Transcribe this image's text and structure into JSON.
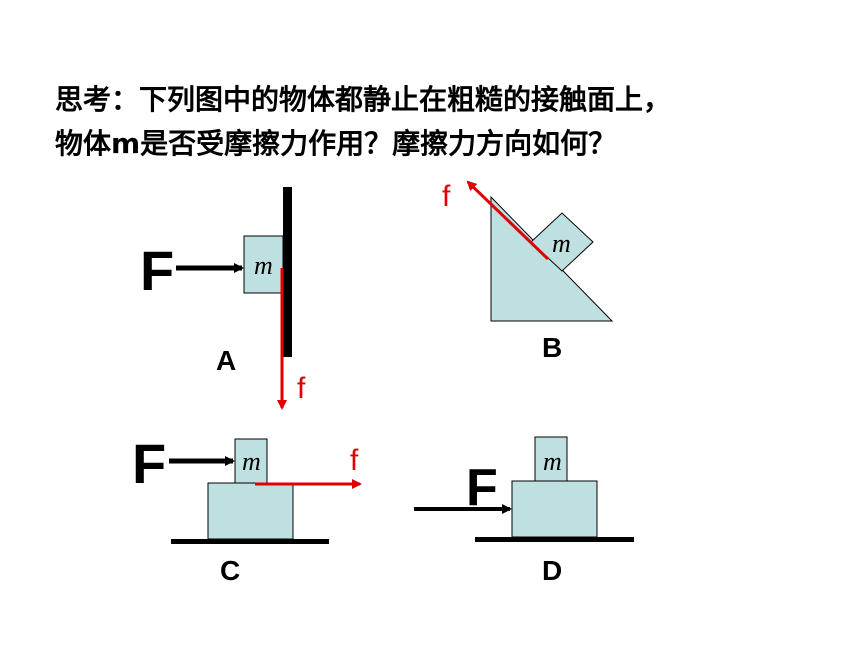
{
  "question": {
    "line1": "思考：下列图中的物体都静止在粗糙的接触面上，",
    "line2": "物体m是否受摩擦力作用？摩擦力方向如何？"
  },
  "diagrams": {
    "a": {
      "caption": "A",
      "force_label": "F",
      "mass_label": "m",
      "friction_label": "f"
    },
    "b": {
      "caption": "B",
      "mass_label": "m",
      "friction_label": "f"
    },
    "c": {
      "caption": "C",
      "force_label": "F",
      "mass_label": "m",
      "friction_label": "f"
    },
    "d": {
      "caption": "D",
      "force_label": "F",
      "mass_label": "m"
    }
  },
  "colors": {
    "block_fill": "#bfe0e0",
    "friction": "#e00000",
    "force": "#000000"
  }
}
